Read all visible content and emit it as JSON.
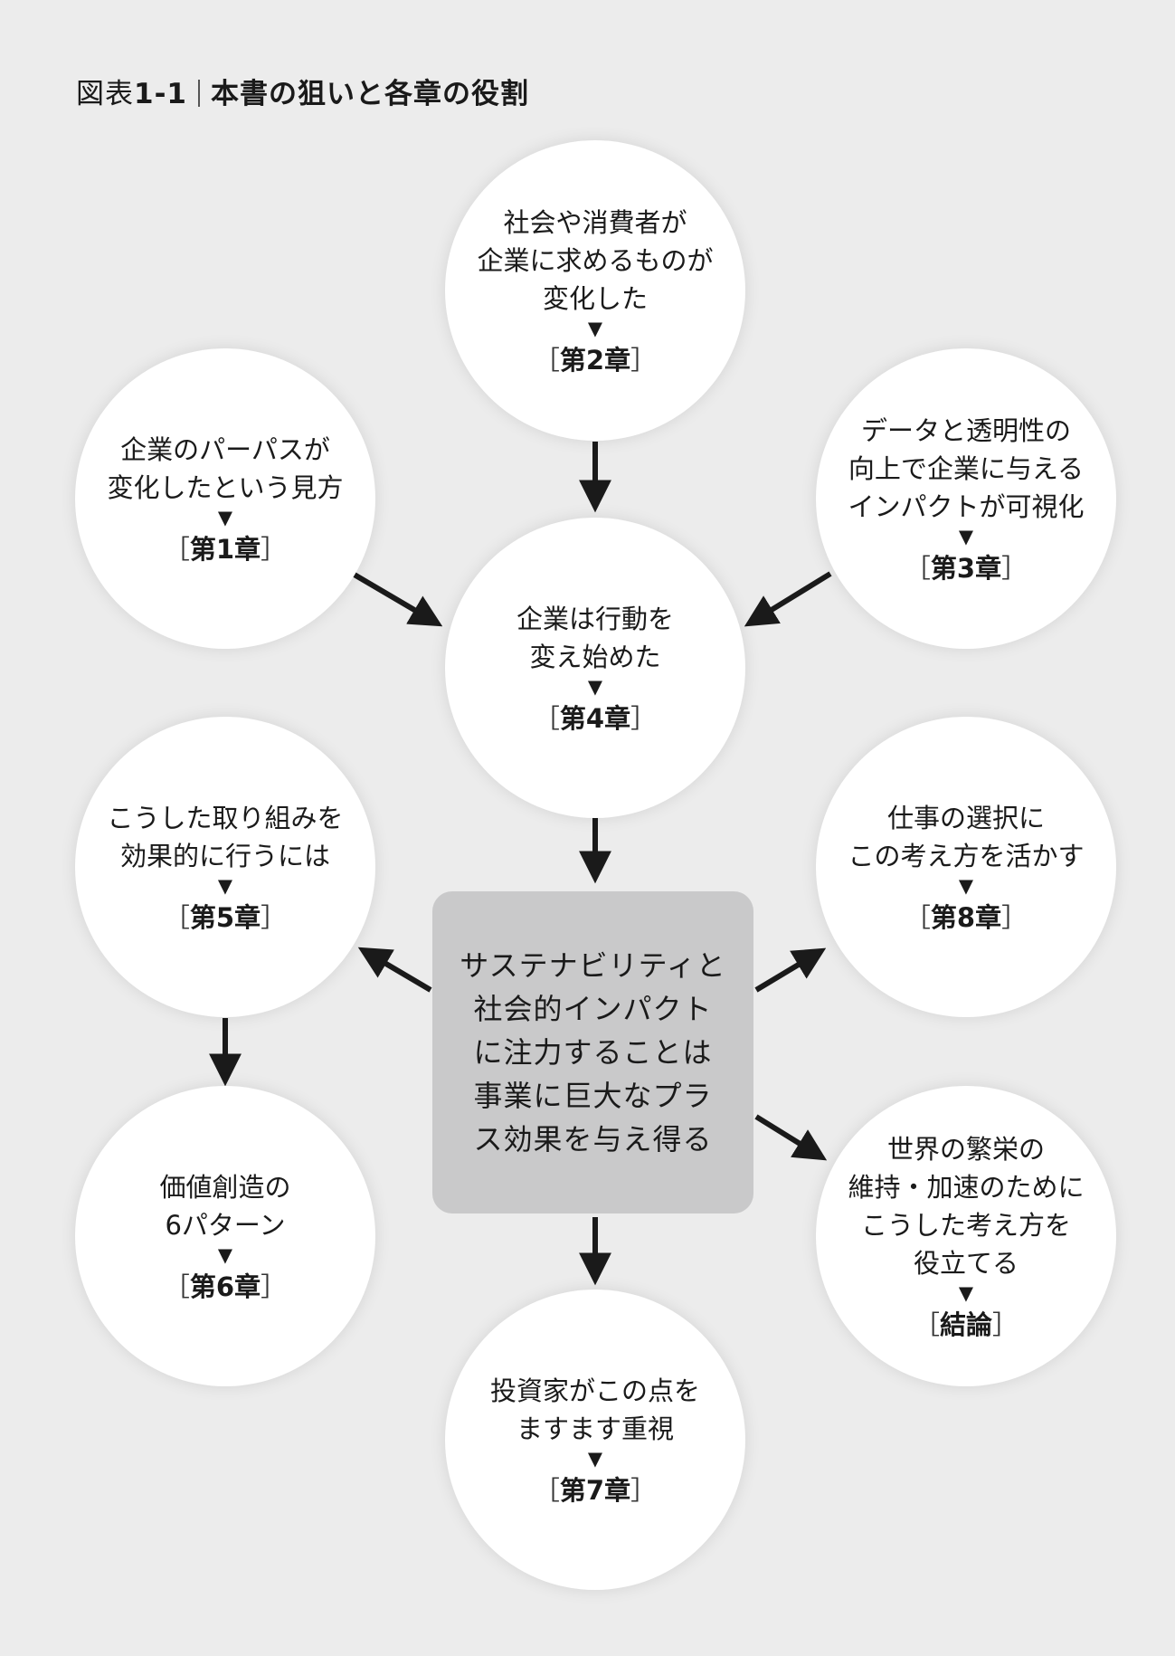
{
  "title": {
    "label": "図表",
    "number": "1-1",
    "text": "本書の狙いと各章の役割"
  },
  "triangle": "▼",
  "center": {
    "lines": [
      "サステナビリティと",
      "社会的インパクト",
      "に注力することは",
      "事業に巨大なプラ",
      "ス効果を与え得る"
    ]
  },
  "nodes": {
    "ch2": {
      "lines": [
        "社会や消費者が",
        "企業に求めるものが",
        "変化した"
      ],
      "chapter": "第2章"
    },
    "ch1": {
      "lines": [
        "企業のパーパスが",
        "変化したという見方"
      ],
      "chapter": "第1章"
    },
    "ch3": {
      "lines": [
        "データと透明性の",
        "向上で企業に与える",
        "インパクトが可視化"
      ],
      "chapter": "第3章"
    },
    "ch4": {
      "lines": [
        "企業は行動を",
        "変え始めた"
      ],
      "chapter": "第4章"
    },
    "ch5": {
      "lines": [
        "こうした取り組みを",
        "効果的に行うには"
      ],
      "chapter": "第5章"
    },
    "ch8": {
      "lines": [
        "仕事の選択に",
        "この考え方を活かす"
      ],
      "chapter": "第8章"
    },
    "ch6": {
      "lines": [
        "価値創造の",
        "6パターン"
      ],
      "chapter": "第6章"
    },
    "conclusion": {
      "lines": [
        "世界の繁栄の",
        "維持・加速のために",
        "こうした考え方を",
        "役立てる"
      ],
      "chapter": "結論"
    },
    "ch7": {
      "lines": [
        "投資家がこの点を",
        "ますます重視"
      ],
      "chapter": "第7章"
    }
  }
}
